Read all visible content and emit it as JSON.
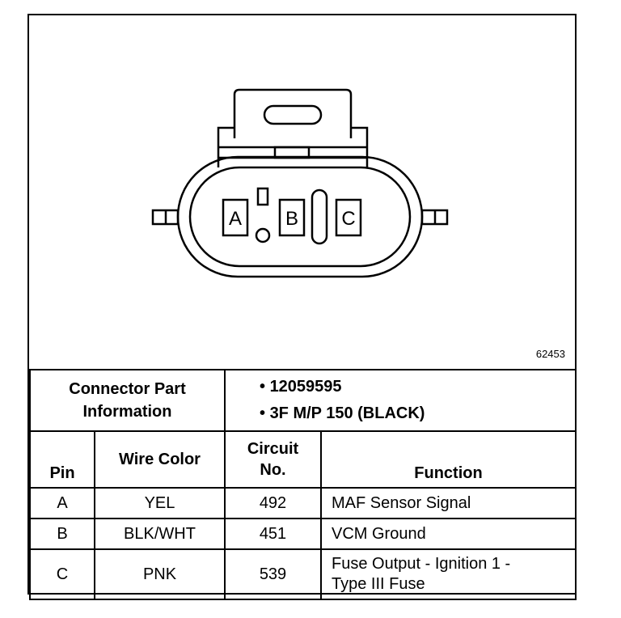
{
  "diagram": {
    "figure_number": "62453",
    "pin_labels": [
      "A",
      "B",
      "C"
    ]
  },
  "connector_info": {
    "label_line1": "Connector Part",
    "label_line2": "Information",
    "items": [
      "12059595",
      "3F M/P 150 (BLACK)"
    ]
  },
  "table": {
    "headers": {
      "pin": "Pin",
      "wire_color": "Wire Color",
      "circuit_line1": "Circuit",
      "circuit_line2": "No.",
      "function": "Function"
    },
    "rows": [
      {
        "pin": "A",
        "wire_color": "YEL",
        "circuit": "492",
        "function_line1": "MAF Sensor Signal",
        "function_line2": ""
      },
      {
        "pin": "B",
        "wire_color": "BLK/WHT",
        "circuit": "451",
        "function_line1": "VCM Ground",
        "function_line2": ""
      },
      {
        "pin": "C",
        "wire_color": "PNK",
        "circuit": "539",
        "function_line1": "Fuse Output - Ignition 1 -",
        "function_line2": "Type III Fuse"
      }
    ]
  }
}
